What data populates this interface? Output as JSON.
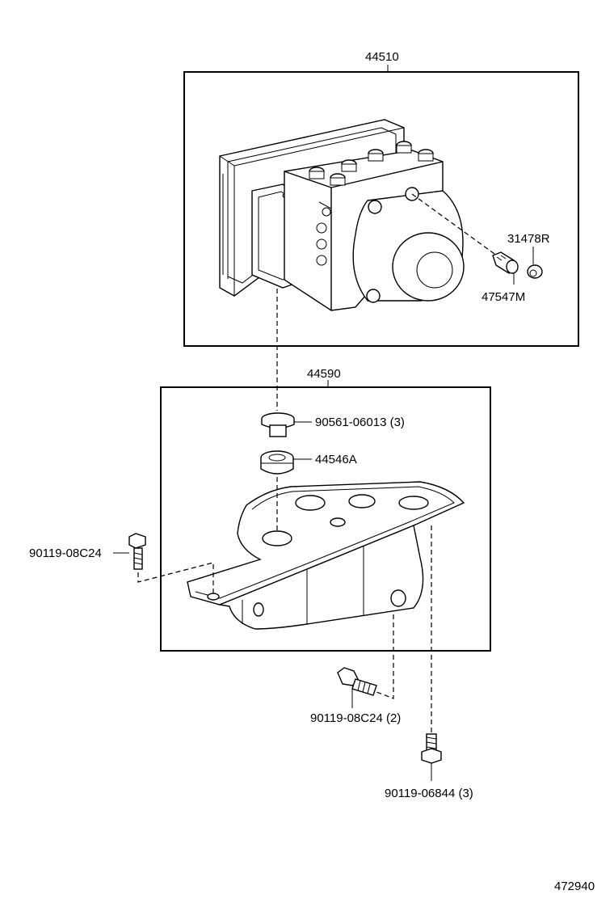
{
  "diagram": {
    "callouts": {
      "actuator_assy": "44510",
      "bracket_assy": "44590",
      "cap": "31478R",
      "bleeder_plug": "47547M",
      "collar": "90561-06013 (3)",
      "cushion": "44546A",
      "bolt_left": "90119-08C24",
      "bolt_lower": "90119-08C24 (2)",
      "bolt_bottom": "90119-06844 (3)"
    },
    "illustration_number": "472940"
  }
}
